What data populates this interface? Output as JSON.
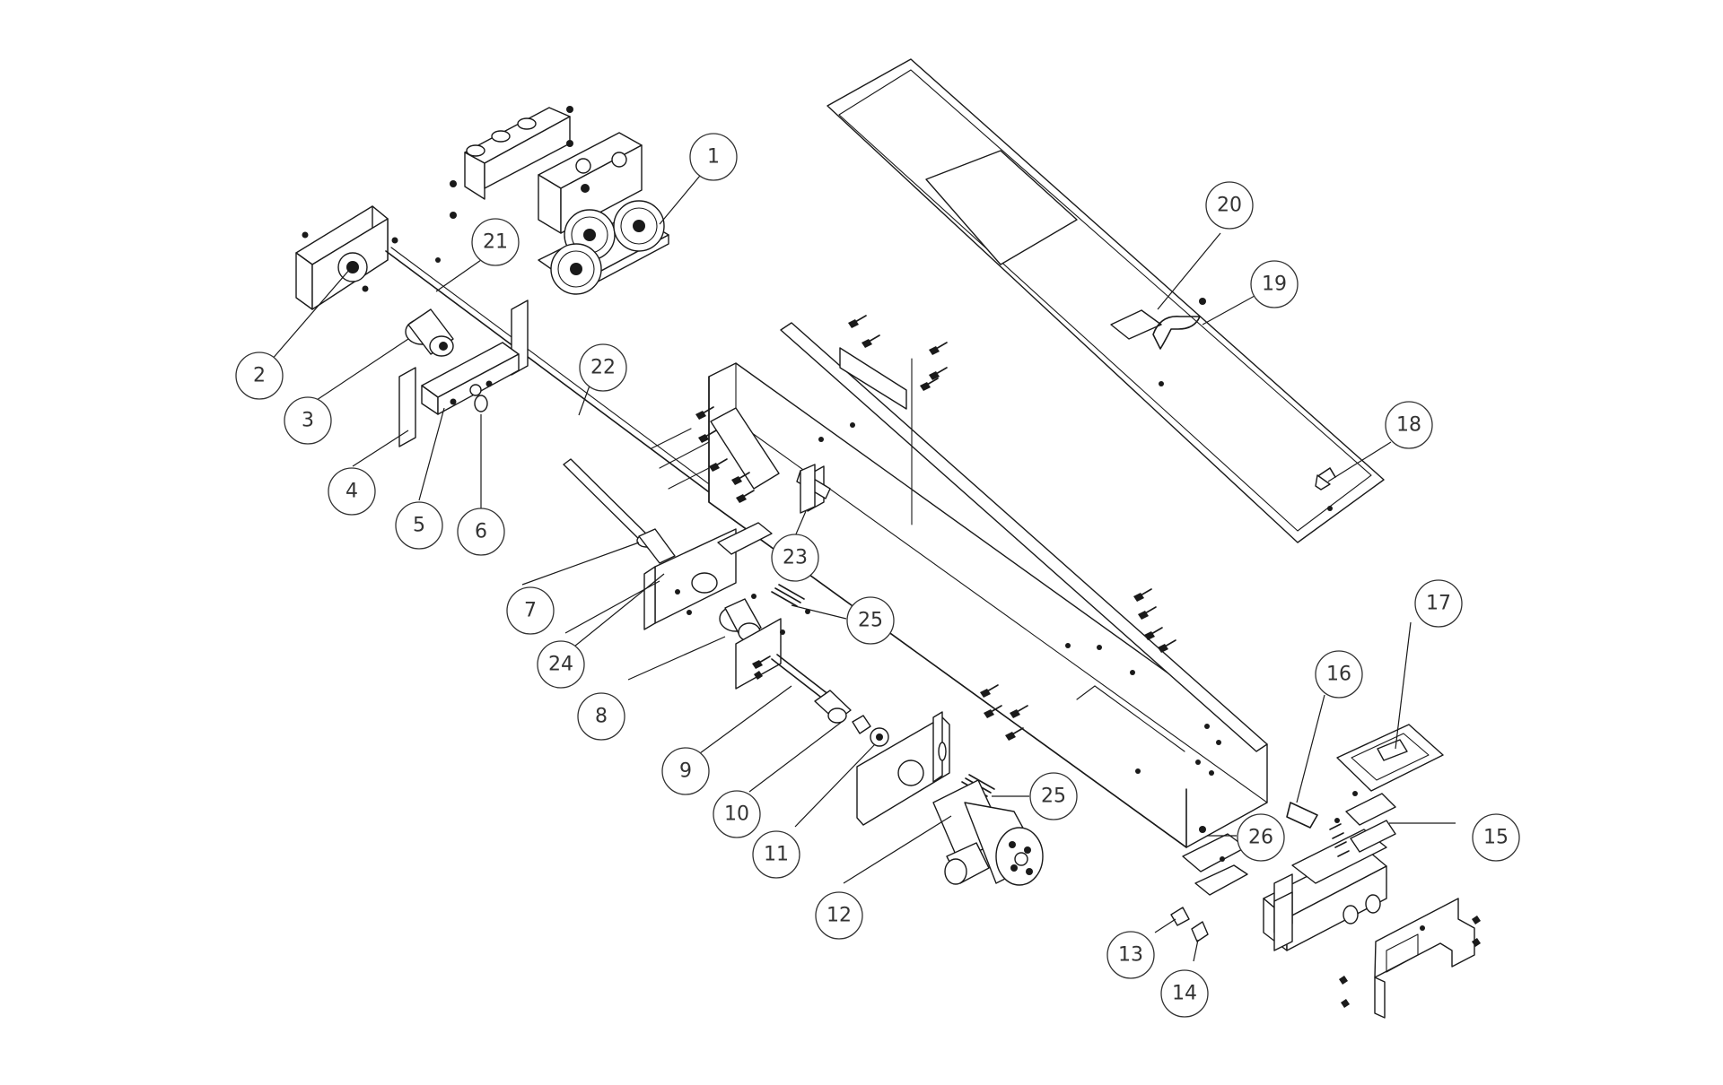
{
  "callouts": [
    {
      "label": "1"
    },
    {
      "label": "2"
    },
    {
      "label": "3"
    },
    {
      "label": "4"
    },
    {
      "label": "5"
    },
    {
      "label": "6"
    },
    {
      "label": "7"
    },
    {
      "label": "8"
    },
    {
      "label": "9"
    },
    {
      "label": "10"
    },
    {
      "label": "11"
    },
    {
      "label": "12"
    },
    {
      "label": "13"
    },
    {
      "label": "14"
    },
    {
      "label": "15"
    },
    {
      "label": "16"
    },
    {
      "label": "17"
    },
    {
      "label": "18"
    },
    {
      "label": "19"
    },
    {
      "label": "20"
    },
    {
      "label": "21"
    },
    {
      "label": "22"
    },
    {
      "label": "23"
    },
    {
      "label": "24"
    },
    {
      "label": "25"
    },
    {
      "label": "25"
    },
    {
      "label": "26"
    }
  ]
}
